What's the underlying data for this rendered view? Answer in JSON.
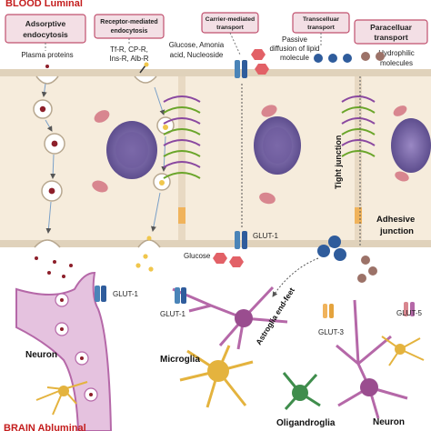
{
  "title_blood": "BLOOD Luminal",
  "title_brain": "BRAIN Abluminal",
  "headers": {
    "adsorptive": [
      "Adsorptive",
      "endocytosis"
    ],
    "receptor": [
      "Receptor-mediated",
      "endocytosis"
    ],
    "carrier": [
      "Carrier-mediated",
      "transport"
    ],
    "transcellular": [
      "Transcelluar",
      "transport"
    ],
    "paracellular": [
      "Paracelluar",
      "transport"
    ]
  },
  "labels": {
    "plasma_proteins": "Plasma proteins",
    "receptors": [
      "Tf-R, CP-R,",
      "Ins-R, Alb-R"
    ],
    "glucose_top": [
      "Glucose, Amonia",
      "acid, Nucleoside"
    ],
    "passive": [
      "Passive",
      "diffusion of lipid",
      "molecule"
    ],
    "hydrophilic": [
      "Hydrophilic",
      "molecules"
    ],
    "tight_junction": "Tight junction",
    "adhesive": [
      "Adhesive",
      "junction"
    ],
    "glut1_mid": "GLUT-1",
    "glucose_bottom": "Glucose",
    "glut1_neuron": "GLUT-1",
    "neuron_left": "Neuron",
    "glut1_lower": "GLUT-1",
    "astroglia": "Astroglia end-feet",
    "microglia": "Microglia",
    "glut3": "GLUT-3",
    "glut5": "GLUT-5",
    "neuron_right": "Neuron",
    "oligandroglia": "Oligandroglia"
  },
  "colors": {
    "header_bg": "#f3dfe5",
    "header_border": "#c0506e",
    "red_title": "#c41d1d",
    "cell_bg": "#f6ecdc",
    "membrane": "#e0d2bb",
    "nucleus": "#7b6aa8",
    "mito": "#d8868f",
    "tj_green": "#6aa52a",
    "tj_purple": "#8a48a0",
    "glut_blue": "#4a84b8",
    "hex_red": "#e26167",
    "dot_blue": "#2f5c9c",
    "dot_brown": "#9c7268",
    "neuron_pink": "#e5c2df",
    "neuron_purple": "#b568a8",
    "micro_gold": "#e4b33e",
    "oligo_green": "#3f8d4c"
  }
}
